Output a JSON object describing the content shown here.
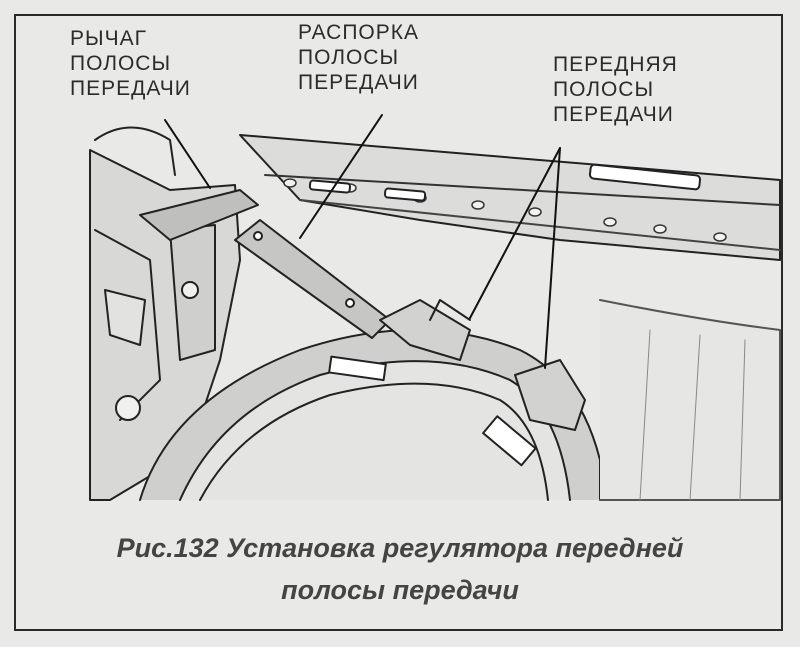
{
  "figure": {
    "callouts": {
      "lever": [
        "РЫЧАГ",
        "ПОЛОСЫ",
        "ПЕРЕДАЧИ"
      ],
      "strut": [
        "РАСПОРКА",
        "ПОЛОСЫ",
        "ПЕРЕДАЧИ"
      ],
      "front": [
        "ПЕРЕДНЯЯ",
        "ПОЛОСЫ",
        "ПЕРЕДАЧИ"
      ]
    },
    "caption": {
      "line1": "Рис.132 Установка регулятора передней",
      "line2": "полосы передачи"
    }
  }
}
